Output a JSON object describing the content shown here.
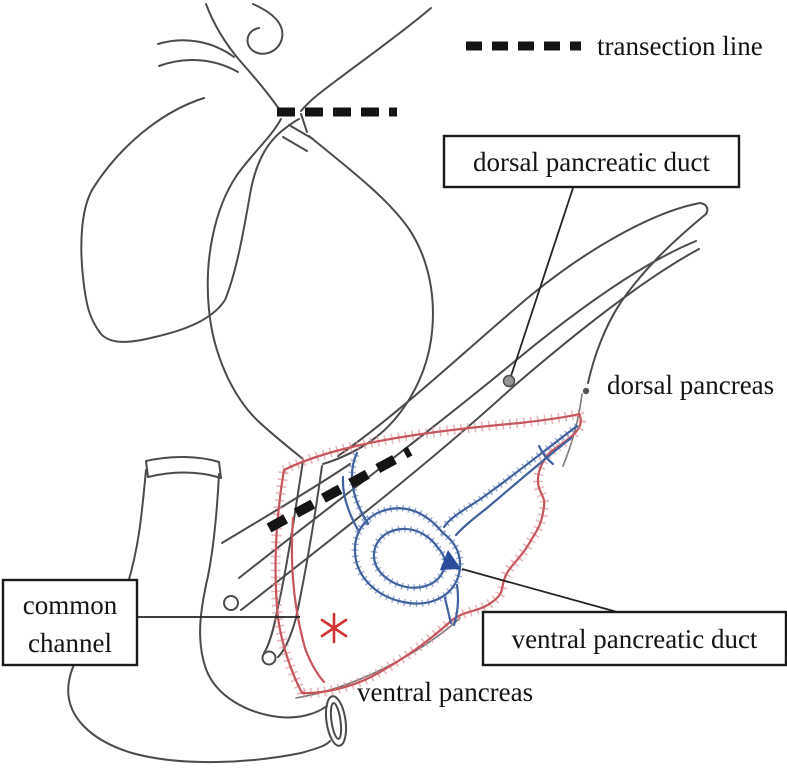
{
  "figure": {
    "legend": {
      "label": "transection line"
    },
    "boxes": {
      "dorsal_duct": "dorsal pancreatic duct",
      "common_channel": [
        "common",
        "channel"
      ],
      "ventral_duct": "ventral pancreatic duct"
    },
    "plain_labels": {
      "dorsal_pancreas": "dorsal pancreas",
      "ventral_pancreas": "ventral pancreas"
    },
    "colors": {
      "sketch_gray": "#4b4b4b",
      "shadow_gray": "#7a7a7a",
      "transection_black": "#141414",
      "ventral_outline_red": "#c8555c",
      "ventral_hatch_red": "#dc9aa0",
      "ventral_text_red": "#d92b2b",
      "asterisk_red": "#d23131",
      "duct_blue": "#40629f",
      "duct_stipple_blue": "#7590c4",
      "arrowhead_blue": "#2a4d9b",
      "duct_text_blue": "#1f1fd4",
      "box_border": "#1a1a1a",
      "label_black": "#141414",
      "background": "#ffffff"
    }
  }
}
